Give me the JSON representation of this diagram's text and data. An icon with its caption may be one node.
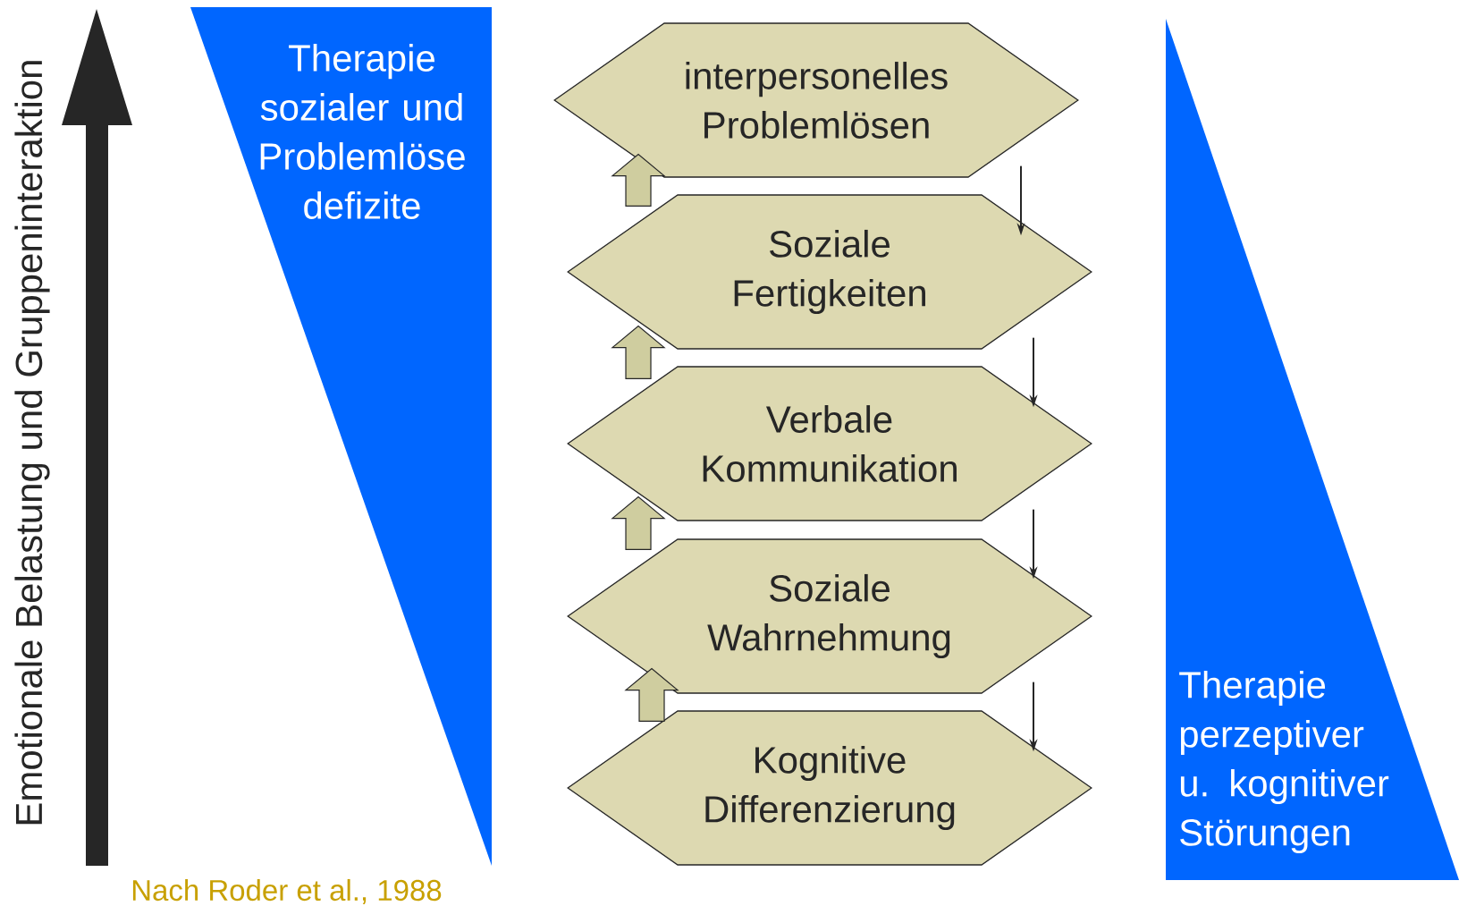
{
  "diagram": {
    "nodes": [
      {
        "text": [
          "Therapie sozialer und Problemlöse defizite"
        ]
      },
      {
        "text": [
          "interpersonelles Problemlösen"
        ]
      },
      {
        "text": [
          "Soziale Fertigkeiten"
        ]
      },
      {
        "text": [
          "Verbale Kommunikation"
        ]
      },
      {
        "text": [
          "Soziale Wahrnehmung"
        ]
      },
      {
        "text": [
          "Kognitive Differenzierung"
        ]
      },
      {
        "text": [
          "Therapie perzeptiver u. kognitiver Störungen"
        ]
      }
    ],
    "edges": [
      {
        "from": 2,
        "to": 1,
        "arrow": "to",
        "style": "thick",
        "color": "#cfcd9f"
      },
      {
        "from": 3,
        "to": 2,
        "arrow": "to",
        "style": "thick",
        "color": "#cfcd9f"
      },
      {
        "from": 4,
        "to": 3,
        "arrow": "to",
        "style": "thick",
        "color": "#cfcd9f"
      },
      {
        "from": 5,
        "to": 4,
        "arrow": "to",
        "style": "thick",
        "color": "#cfcd9f"
      },
      {
        "from": 1,
        "to": 2,
        "arrow": "to"
      },
      {
        "from": 2,
        "to": 3,
        "arrow": "to"
      },
      {
        "from": 3,
        "to": 4,
        "arrow": "to"
      },
      {
        "from": 4,
        "to": 5,
        "arrow": "to"
      }
    ],
    "labels": [
      "Emotionale Belastung und Gruppeninteraktion",
      "Nach Roder et al., 1988"
    ]
  }
}
